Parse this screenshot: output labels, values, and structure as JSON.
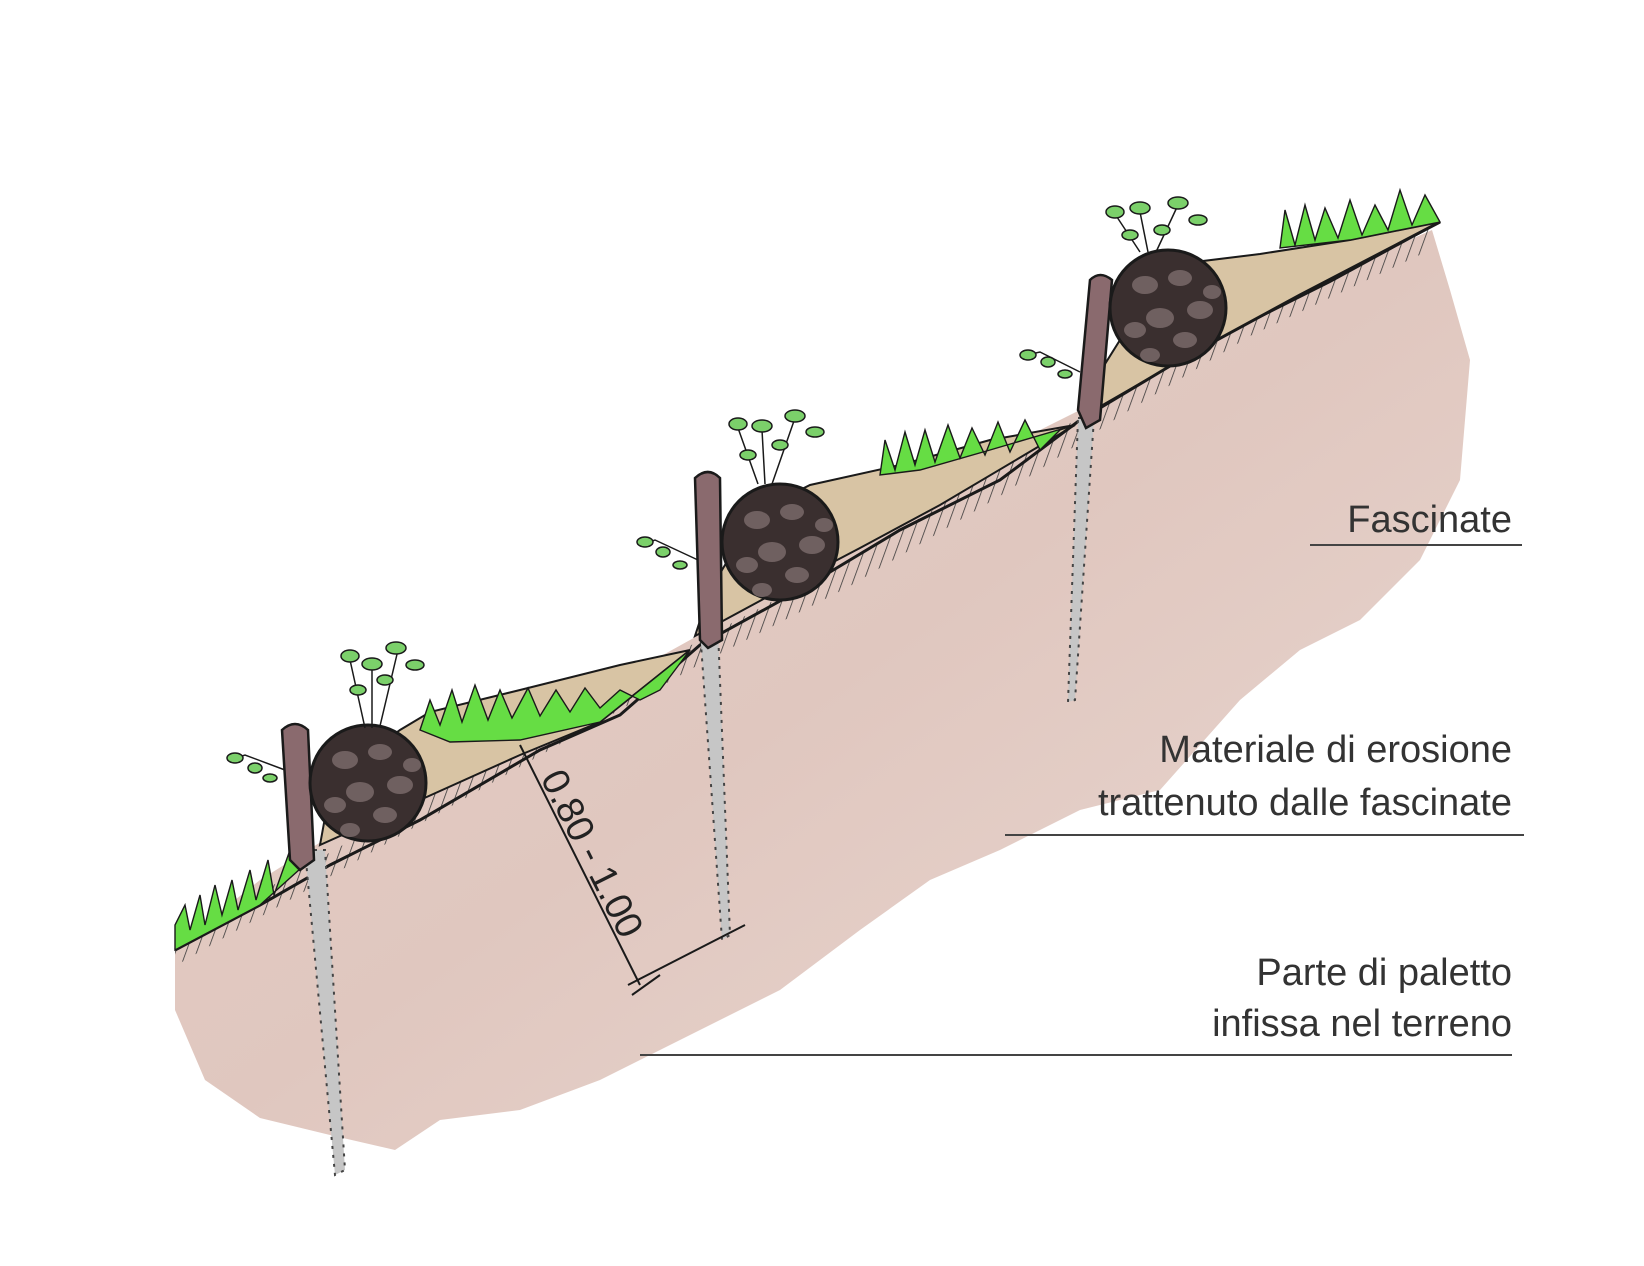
{
  "labels": {
    "fascinate": "Fascinate",
    "material_line1": "Materiale di erosione",
    "material_line2": "trattenuto dalle fascinate",
    "stake_line1": "Parte di paletto",
    "stake_line2": "infissa nel terreno"
  },
  "dimension": "0.80 - 1.00",
  "colors": {
    "soil": "#e2c8c0",
    "sediment": "#d8c4a4",
    "grass": "#66dd44",
    "stake": "#8a6a6e",
    "stake_buried": "#c6c6c6",
    "fascine": "#3a2f2f",
    "outline": "#1a1a1a"
  }
}
